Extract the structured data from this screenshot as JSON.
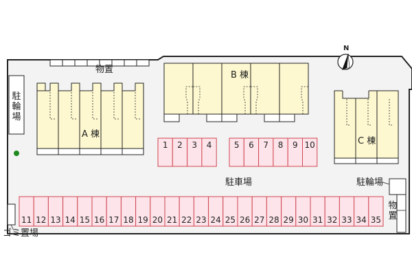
{
  "title": "敷地配置図",
  "labels": {
    "storage_top": "物置",
    "building_a": "A 棟",
    "building_b": "B 棟",
    "building_c": "C 棟",
    "bicycle_left": "駐輪場",
    "bicycle_right": "駐輪場",
    "parking": "駐車場",
    "storage_right": "物置",
    "garbage": "ゴミ置場",
    "north": "N"
  },
  "colors": {
    "ground": "#f3f3f3",
    "building": "#fdf8d0",
    "parking_fill": "#fce4ea",
    "parking_stroke": "#d0454f",
    "tree": "#1e8a1e",
    "outline": "#222222"
  },
  "parking": {
    "top_left_row": [
      "1",
      "2",
      "3",
      "4"
    ],
    "top_right_row": [
      "5",
      "6",
      "7",
      "8",
      "9",
      "10"
    ],
    "bottom_row": [
      "11",
      "12",
      "13",
      "14",
      "15",
      "16",
      "17",
      "18",
      "19",
      "20",
      "21",
      "22",
      "23",
      "24",
      "25",
      "26",
      "27",
      "28",
      "29",
      "30",
      "31",
      "32",
      "33",
      "34",
      "35"
    ]
  },
  "buildings": {
    "a_units": 5,
    "b_units": 5,
    "c_units": 3
  }
}
